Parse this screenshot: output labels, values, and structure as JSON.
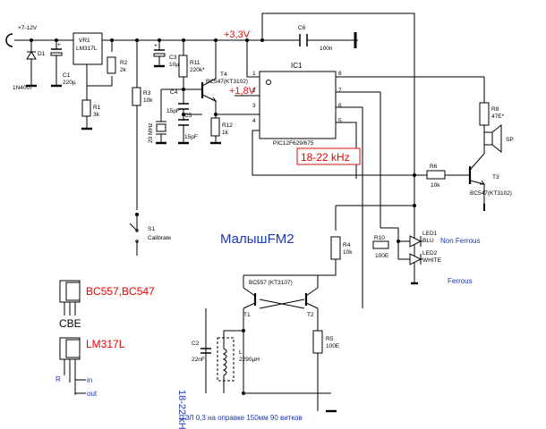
{
  "title": "МалышFM2",
  "supply": {
    "label": "+7-12V",
    "rail33": "+3,3V",
    "node18": "+1,8V"
  },
  "frequency_box": "18-22 kHz",
  "coil_freq": "18-22 kHz",
  "ic": {
    "ref": "IC1",
    "part": "PIC12F629/675",
    "pins": [
      "1",
      "2",
      "3",
      "4",
      "5",
      "6",
      "7",
      "8"
    ]
  },
  "components": {
    "d1": {
      "ref": "D1",
      "value": "1N4007"
    },
    "vr1": {
      "ref": "VR1",
      "value": "LM317L"
    },
    "c1": {
      "ref": "C1",
      "value": "220µ"
    },
    "r1": {
      "ref": "R1",
      "value": "3k"
    },
    "r2": {
      "ref": "R2",
      "value": "2k"
    },
    "c3": {
      "ref": "C3",
      "value": "10µ"
    },
    "r3": {
      "ref": "R3",
      "value": "10k"
    },
    "r11": {
      "ref": "R11",
      "value": "220k*"
    },
    "t4": {
      "ref": "T4",
      "value": "BC547(KT3102)"
    },
    "c4": {
      "ref": "C4",
      "value": "15pF"
    },
    "c5": {
      "ref": "C5",
      "value": "15pF"
    },
    "xtal": {
      "value": "20 MHz"
    },
    "r12": {
      "ref": "R12",
      "value": "1k"
    },
    "c6": {
      "ref": "C6",
      "value": "100n"
    },
    "r8": {
      "ref": "R8",
      "value": "47E*"
    },
    "sp": {
      "ref": "SP"
    },
    "r6": {
      "ref": "R6",
      "value": "10k"
    },
    "t3": {
      "ref": "T3",
      "value": "BC547(KT3102)"
    },
    "s1": {
      "ref": "S1",
      "value": "Calibrate"
    },
    "r4": {
      "ref": "R4",
      "value": "10k"
    },
    "r10": {
      "ref": "R10",
      "value": "100E"
    },
    "led1": {
      "ref": "LED1",
      "value": "BLU"
    },
    "led2": {
      "ref": "LED2",
      "value": "WHITE"
    },
    "t12": {
      "value": "BC557 (KT3107)",
      "t1": "T1",
      "t2": "T2"
    },
    "c2": {
      "ref": "C2",
      "value": "22nF"
    },
    "l": {
      "ref": "L",
      "value": "2290µH"
    },
    "r5": {
      "ref": "R5",
      "value": "100E"
    }
  },
  "labels": {
    "non_ferrous": "Non Ferrous",
    "ferrous": "Ferrous",
    "coil_note": "ПЭЛ 0,3 на оправке 150мм 90 витков"
  },
  "pinouts": {
    "bc": {
      "name": "BC557,BC547",
      "pins": "CBE"
    },
    "lm": {
      "name": "LM317L",
      "r": "R",
      "in": "in",
      "out": "out"
    }
  }
}
